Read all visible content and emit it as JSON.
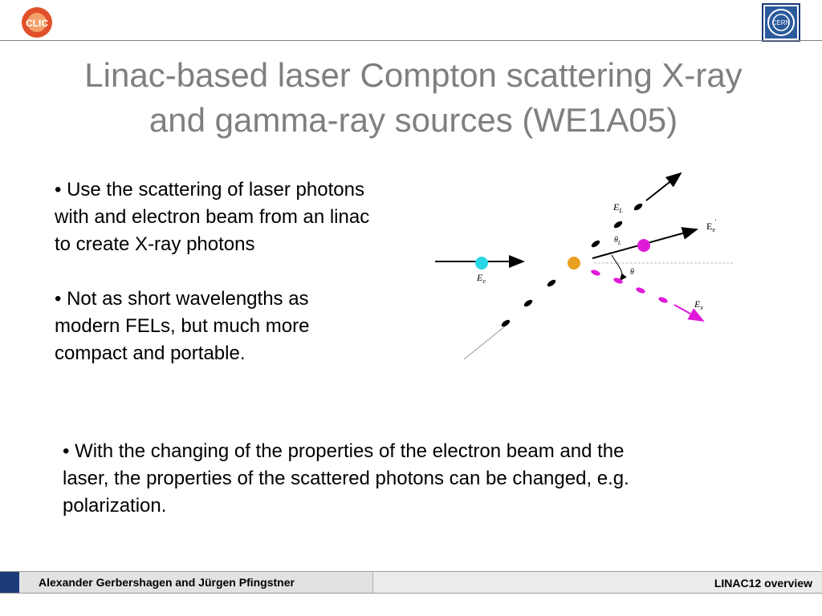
{
  "header": {
    "logo_left_text": "CLIC",
    "logo_right_text": "CERN"
  },
  "title": {
    "line1": "Linac-based laser Compton scattering X-ray",
    "line2": "and gamma-ray sources (WE1A05)"
  },
  "bullets_left": [
    "• Use the scattering of laser photons with and electron beam from an linac to create X-ray photons",
    "• Not as short wavelengths as modern FELs, but much more compact and portable."
  ],
  "bullet_bottom": "• With the changing of the properties of the electron beam and the laser, the properties of  the scattered photons can be changed, e.g. polarization.",
  "diagram": {
    "labels": {
      "laser_energy": "E",
      "laser_sub": "L",
      "electron_in": "E",
      "electron_in_sub": "e",
      "electron_out": "E",
      "electron_out_sub": "e",
      "electron_out_sup": "'",
      "xray": "E",
      "xray_sub": "x",
      "theta_l": "θ",
      "theta_l_sub": "L",
      "theta": "θ"
    },
    "colors": {
      "electron_in": "#29d6e6",
      "collision": "#e8a020",
      "electron_out": "#e019d8",
      "xray_photons": "#e019d8",
      "laser_photons": "#000000"
    }
  },
  "footer": {
    "authors": "Alexander Gerbershagen and Jürgen Pfingstner",
    "event": "LINAC12 overview",
    "accent_color": "#1a3a78"
  }
}
